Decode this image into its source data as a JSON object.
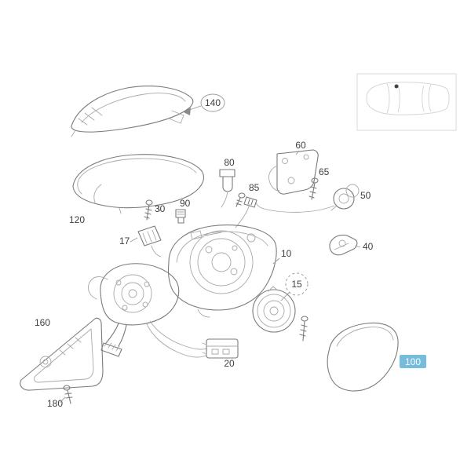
{
  "colors": {
    "line": "#7b7b7b",
    "line_light": "#a9a9a9",
    "label": "#3f3f3f",
    "highlight_bg": "#76bcdc",
    "highlight_text": "#ffffff"
  },
  "parts": {
    "p10": {
      "label": "10"
    },
    "p15": {
      "label": "15",
      "circled_dashed": true
    },
    "p17": {
      "label": "17"
    },
    "p20": {
      "label": "20"
    },
    "p30": {
      "label": "30"
    },
    "p40": {
      "label": "40"
    },
    "p50": {
      "label": "50"
    },
    "p60": {
      "label": "60"
    },
    "p65": {
      "label": "65"
    },
    "p80": {
      "label": "80"
    },
    "p85": {
      "label": "85"
    },
    "p90": {
      "label": "90"
    },
    "p100": {
      "label": "100",
      "highlighted": true
    },
    "p120": {
      "label": "120"
    },
    "p140": {
      "label": "140",
      "circled": true
    },
    "p160": {
      "label": "160"
    },
    "p180": {
      "label": "180"
    }
  }
}
